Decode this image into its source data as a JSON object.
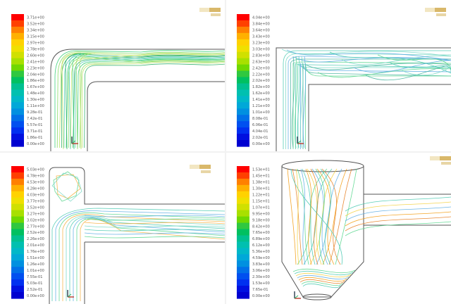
{
  "panels": [
    {
      "id": "a",
      "legend": {
        "ticks": [
          "3.71e+00",
          "3.52e+00",
          "3.34e+00",
          "3.15e+00",
          "2.97e+00",
          "2.78e+00",
          "2.60e+00",
          "2.41e+00",
          "2.23e+00",
          "2.04e+00",
          "1.86e+00",
          "1.67e+00",
          "1.48e+00",
          "1.30e+00",
          "1.11e+00",
          "9.28e-01",
          "7.42e-01",
          "5.57e-01",
          "3.71e-01",
          "1.86e-01",
          "0.00e+00"
        ]
      },
      "palette": [
        "#2ecc71",
        "#7ed957",
        "#b5e05a",
        "#27ae60",
        "#48c9b0"
      ]
    },
    {
      "id": "b",
      "legend": {
        "ticks": [
          "4.04e+00",
          "3.84e+00",
          "3.64e+00",
          "3.43e+00",
          "3.23e+00",
          "3.03e+00",
          "2.83e+00",
          "2.63e+00",
          "2.42e+00",
          "2.22e+00",
          "2.02e+00",
          "1.82e+00",
          "1.62e+00",
          "1.41e+00",
          "1.21e+00",
          "1.01e+00",
          "8.08e-01",
          "6.06e-01",
          "4.04e-01",
          "2.02e-01",
          "0.00e+00"
        ]
      },
      "palette": [
        "#48c9b0",
        "#76d7c4",
        "#5dade2",
        "#45b39d",
        "#58d68d"
      ]
    },
    {
      "id": "c",
      "legend": {
        "ticks": [
          "5.03e+00",
          "4.78e+00",
          "4.53e+00",
          "4.28e+00",
          "4.03e+00",
          "3.77e+00",
          "3.52e+00",
          "3.27e+00",
          "3.02e+00",
          "2.77e+00",
          "2.52e+00",
          "2.26e+00",
          "2.01e+00",
          "1.76e+00",
          "1.51e+00",
          "1.26e+00",
          "1.01e+00",
          "7.55e-01",
          "5.03e-01",
          "2.52e-01",
          "0.00e+00"
        ]
      },
      "palette": [
        "#48c9b0",
        "#5dade2",
        "#58d68d",
        "#f5b041",
        "#76d7c4"
      ]
    },
    {
      "id": "d",
      "legend": {
        "ticks": [
          "1.53e+01",
          "1.45e+01",
          "1.38e+01",
          "1.30e+01",
          "1.22e+01",
          "1.15e+01",
          "1.07e+01",
          "9.95e+00",
          "9.18e+00",
          "8.42e+00",
          "7.65e+00",
          "6.89e+00",
          "6.12e+00",
          "5.36e+00",
          "4.59e+00",
          "3.83e+00",
          "3.06e+00",
          "2.30e+00",
          "1.53e+00",
          "7.65e-01",
          "0.00e+00"
        ]
      },
      "palette": [
        "#f39c12",
        "#e67e22",
        "#58d68d",
        "#48c9b0",
        "#f4d03f",
        "#5dade2"
      ]
    }
  ]
}
